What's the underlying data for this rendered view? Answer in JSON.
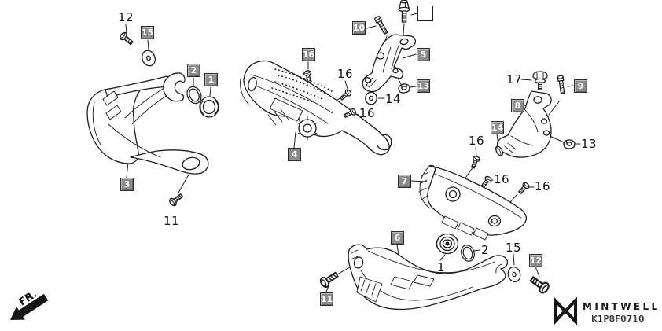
{
  "diagram": {
    "front_marker": "FR.",
    "brand": "MINTWELL",
    "code": "K1P8F0710"
  },
  "callouts": {
    "boxes": [
      "15",
      "2",
      "1",
      "3",
      "4",
      "16",
      "10",
      "5",
      "13",
      "8",
      "9",
      "14",
      "7",
      "6",
      "12",
      "11"
    ],
    "texts": [
      "12",
      "16",
      "16",
      "14",
      "17",
      "13",
      "16",
      "16",
      "16",
      "1",
      "2",
      "15",
      "11"
    ]
  }
}
